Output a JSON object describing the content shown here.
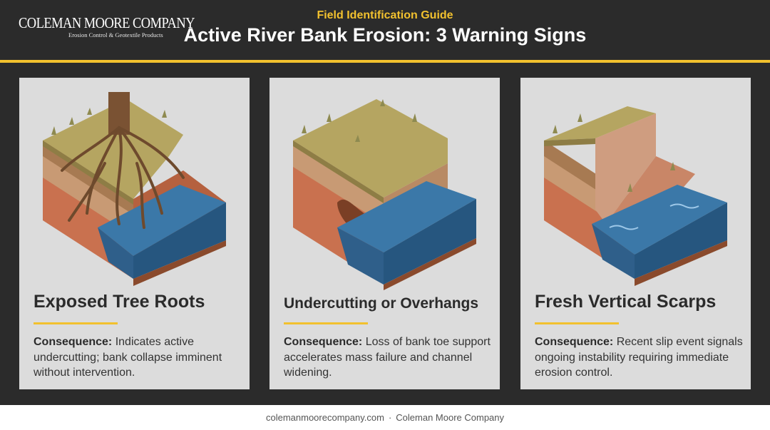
{
  "brand": {
    "name": "COLEMAN MOORE COMPANY",
    "tagline": "Erosion Control & Geotextile Products"
  },
  "header": {
    "supertitle": "Field Identification Guide",
    "title": "Active River Bank Erosion: 3 Warning Signs"
  },
  "cards": [
    {
      "title": "Exposed Tree Roots",
      "consequence_label": "Consequence:",
      "consequence_text": "Indicates active undercutting; bank collapse imminent without intervention."
    },
    {
      "title": "Undercutting or Overhangs",
      "consequence_label": "Consequence:",
      "consequence_text": "Loss of bank toe support accelerates mass failure and channel widening."
    },
    {
      "title": "Fresh Vertical Scarps",
      "consequence_label": "Consequence:",
      "consequence_text": "Recent slip event signals ongoing instability requiring immediate erosion control."
    }
  ],
  "footer": {
    "website": "colemanmoorecompany.com",
    "separator": "·",
    "company": "Coleman Moore Company"
  },
  "colors": {
    "accent": "#f2c12e",
    "header_bg": "#2b2b2b",
    "card_bg": "#dcdcdc",
    "water": "#2f6b9a",
    "soil": "#c9714f",
    "grass": "#b5a561"
  },
  "icons": [
    "tree-roots-illustration",
    "undercut-bank-illustration",
    "vertical-scarp-illustration"
  ]
}
